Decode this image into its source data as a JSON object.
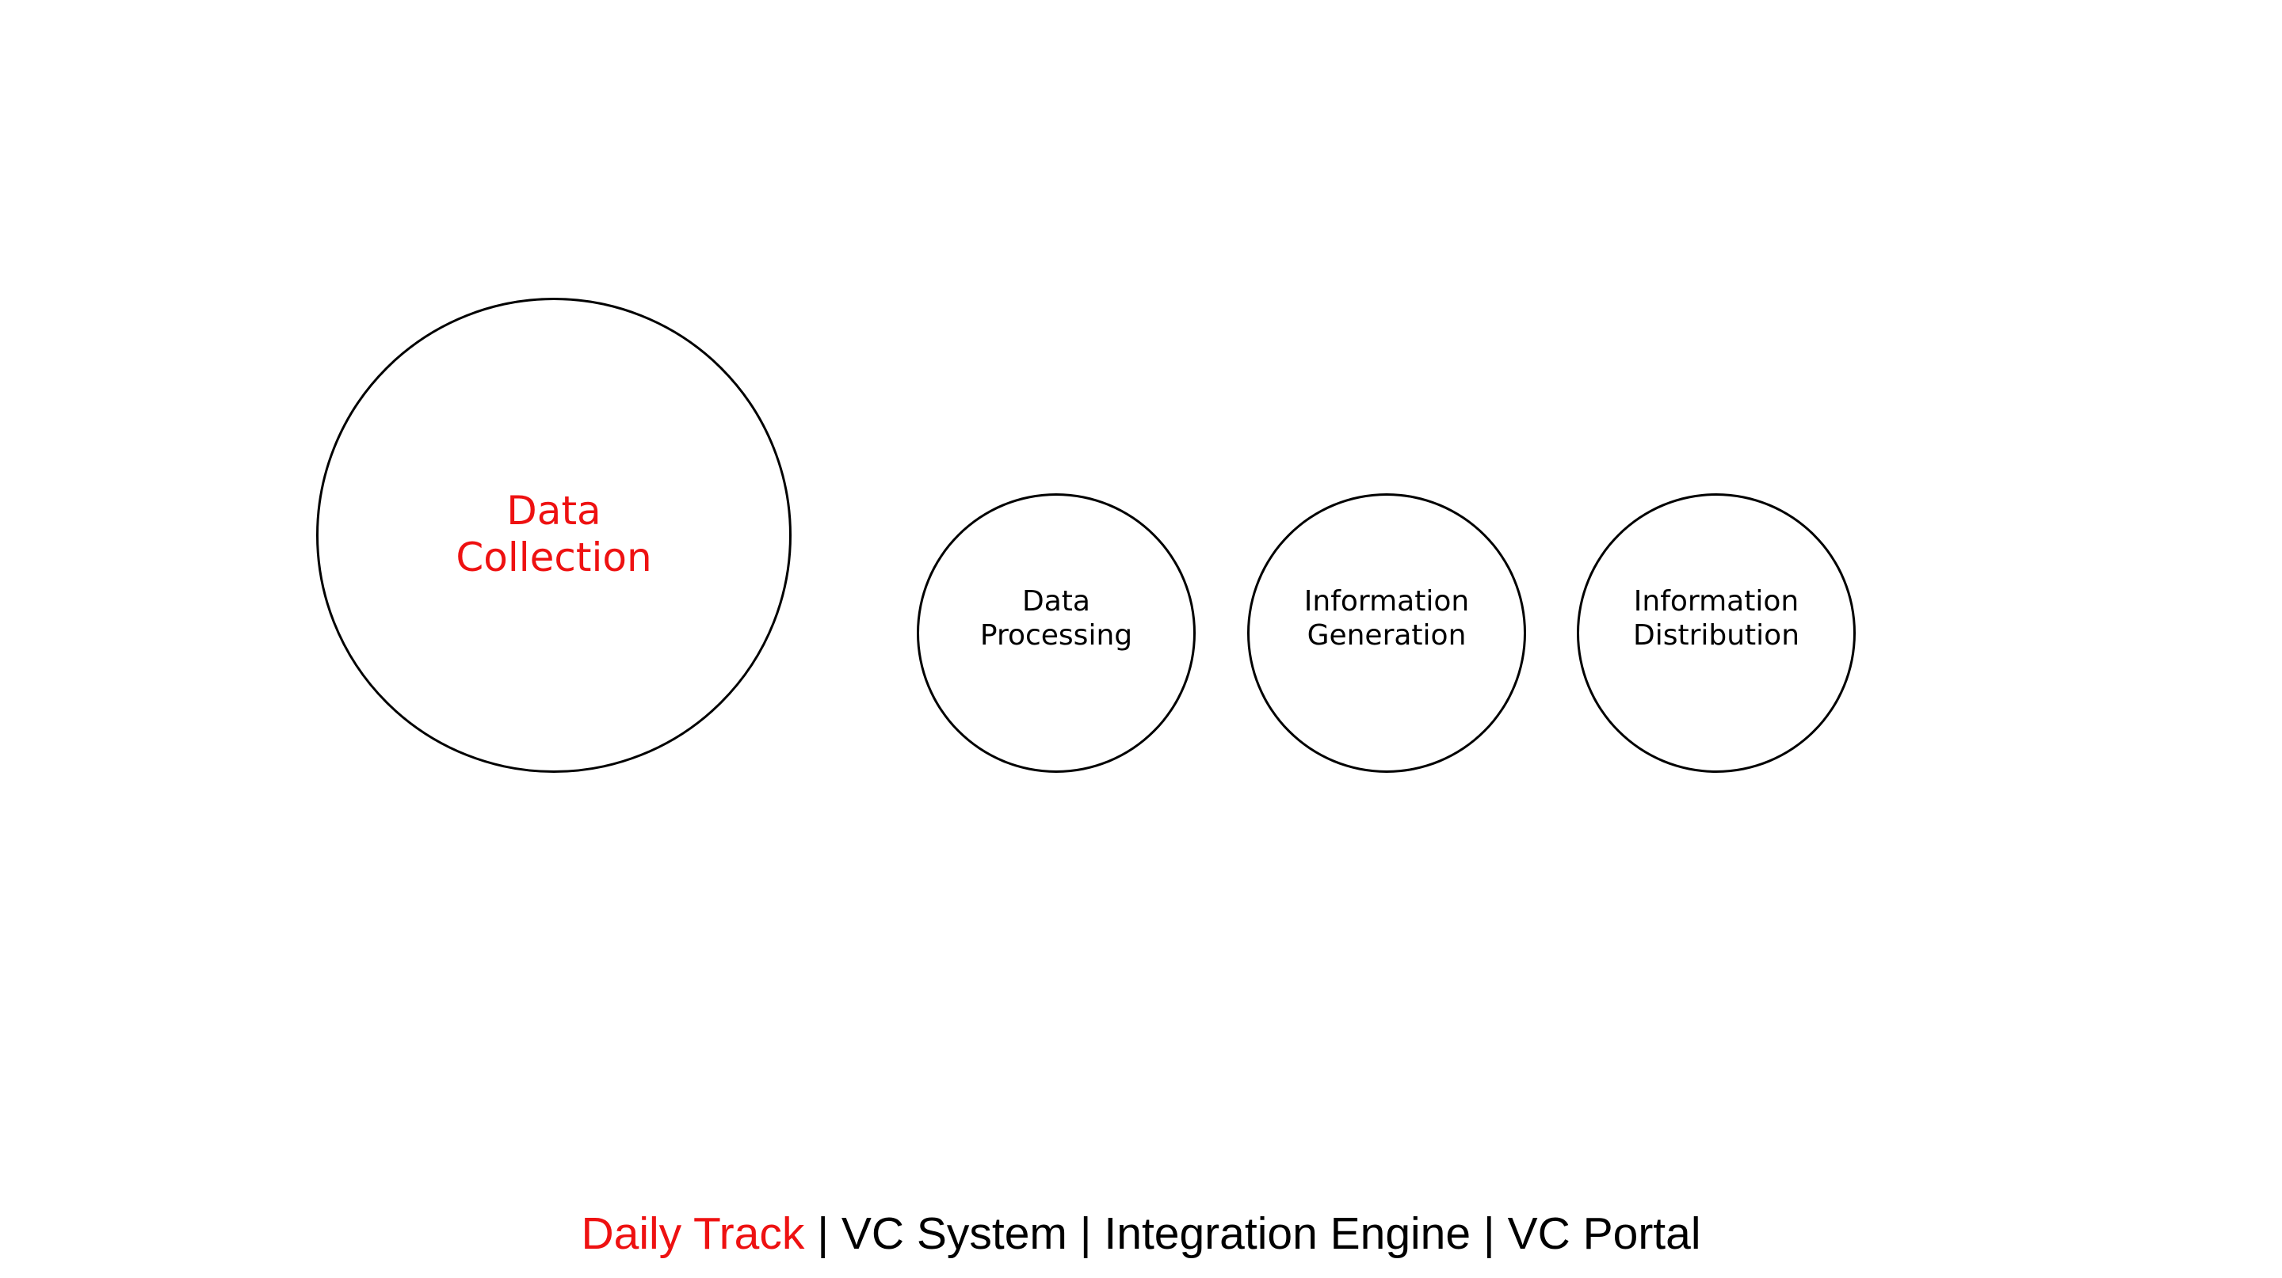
{
  "colors": {
    "active": "#ee1111",
    "default": "#000000",
    "circle_stroke": "#000000"
  },
  "stages": [
    {
      "line1": "Data",
      "line2": "Collection",
      "active": true
    },
    {
      "line1": "Data",
      "line2": "Processing",
      "active": false
    },
    {
      "line1": "Information",
      "line2": "Generation",
      "active": false
    },
    {
      "line1": "Information",
      "line2": "Distribution",
      "active": false
    }
  ],
  "footer": {
    "items": [
      "Daily Track",
      "VC System",
      "Integration Engine",
      "VC Portal"
    ],
    "separator": " | ",
    "active_index": 0
  }
}
